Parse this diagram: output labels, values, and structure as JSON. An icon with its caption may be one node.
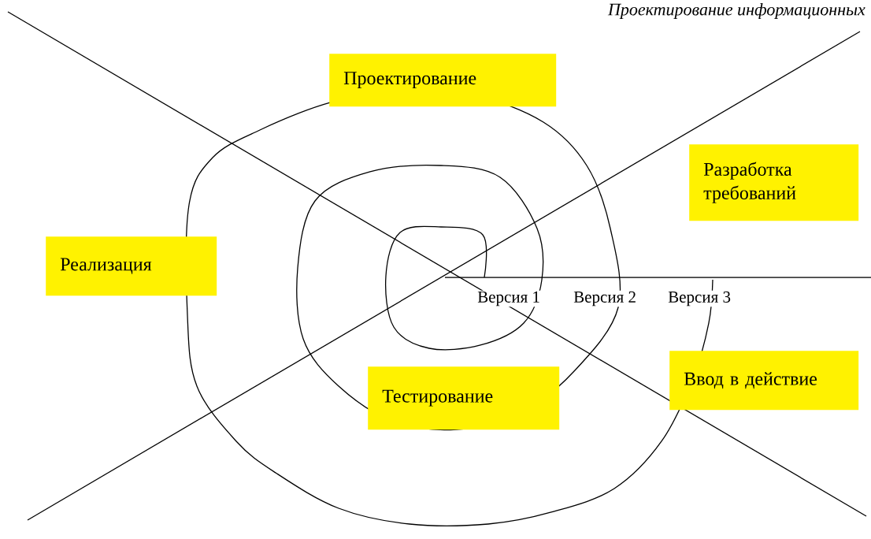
{
  "diagram": {
    "nodes": [
      {
        "text": [
          "Проектирование"
        ]
      },
      {
        "text": [
          "Разработка требований"
        ]
      },
      {
        "text": [
          "Реализация"
        ]
      },
      {
        "text": [
          "Тестирование"
        ]
      },
      {
        "text": [
          "Ввод в действие"
        ]
      }
    ],
    "labels": [
      "Проектирование информационных",
      "Версия 1",
      "Версия 2",
      "Версия 3"
    ]
  }
}
